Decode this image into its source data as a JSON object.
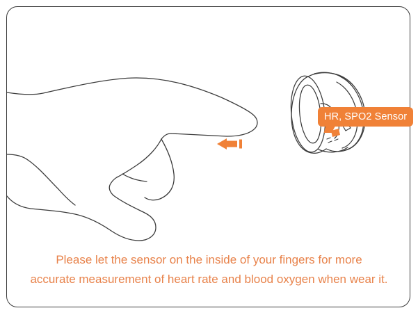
{
  "frame": {
    "name": "instruction-card",
    "border_color": "#3b3b3b",
    "background": "#ffffff"
  },
  "illustration": {
    "hand": {
      "name": "pointing-hand-line-art",
      "description": "Line drawing of a hand with index finger extended pointing to the right",
      "stroke_color": "#3b3b3b"
    },
    "ring": {
      "name": "smart-ring-line-art",
      "description": "Line drawing of a smart ring shown in three-quarter perspective",
      "stroke_color": "#3b3b3b",
      "sensor_marker_color": "#F08137"
    },
    "arrow": {
      "name": "direction-arrow",
      "direction": "left",
      "color": "#F08137"
    }
  },
  "callout": {
    "label": "HR, SPO2 Sensor",
    "background_color": "#F08137",
    "text_color": "#ffffff"
  },
  "caption": {
    "color": "#E8824A",
    "line1": "Please let the sensor on the inside of your fingers for more",
    "line2": "accurate measurement of heart rate and blood oxygen when wear it."
  }
}
